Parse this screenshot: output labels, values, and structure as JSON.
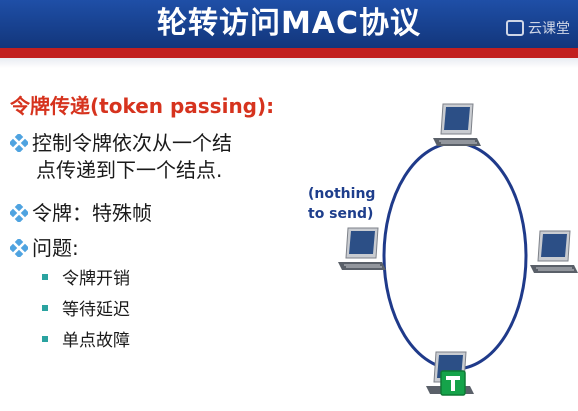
{
  "slide": {
    "title": "轮转访问MAC协议",
    "watermark": "云课堂",
    "heading": "令牌传递(token passing):",
    "bullets": [
      {
        "line1": "控制令牌依次从一个结",
        "line2": "点传递到下一个结点."
      },
      {
        "line1": "令牌：特殊帧"
      },
      {
        "line1": "问题:"
      }
    ],
    "sub_items": [
      "令牌开销",
      "等待延迟",
      "单点故障"
    ]
  },
  "diagram": {
    "label_line1": "(nothing",
    "label_line2": "to send)",
    "token_letter": "T",
    "colors": {
      "ring": "#1f3a8a",
      "monitor": "#c9ccd1",
      "screen": "#2c4f86",
      "token_green": "#15a34a"
    }
  }
}
